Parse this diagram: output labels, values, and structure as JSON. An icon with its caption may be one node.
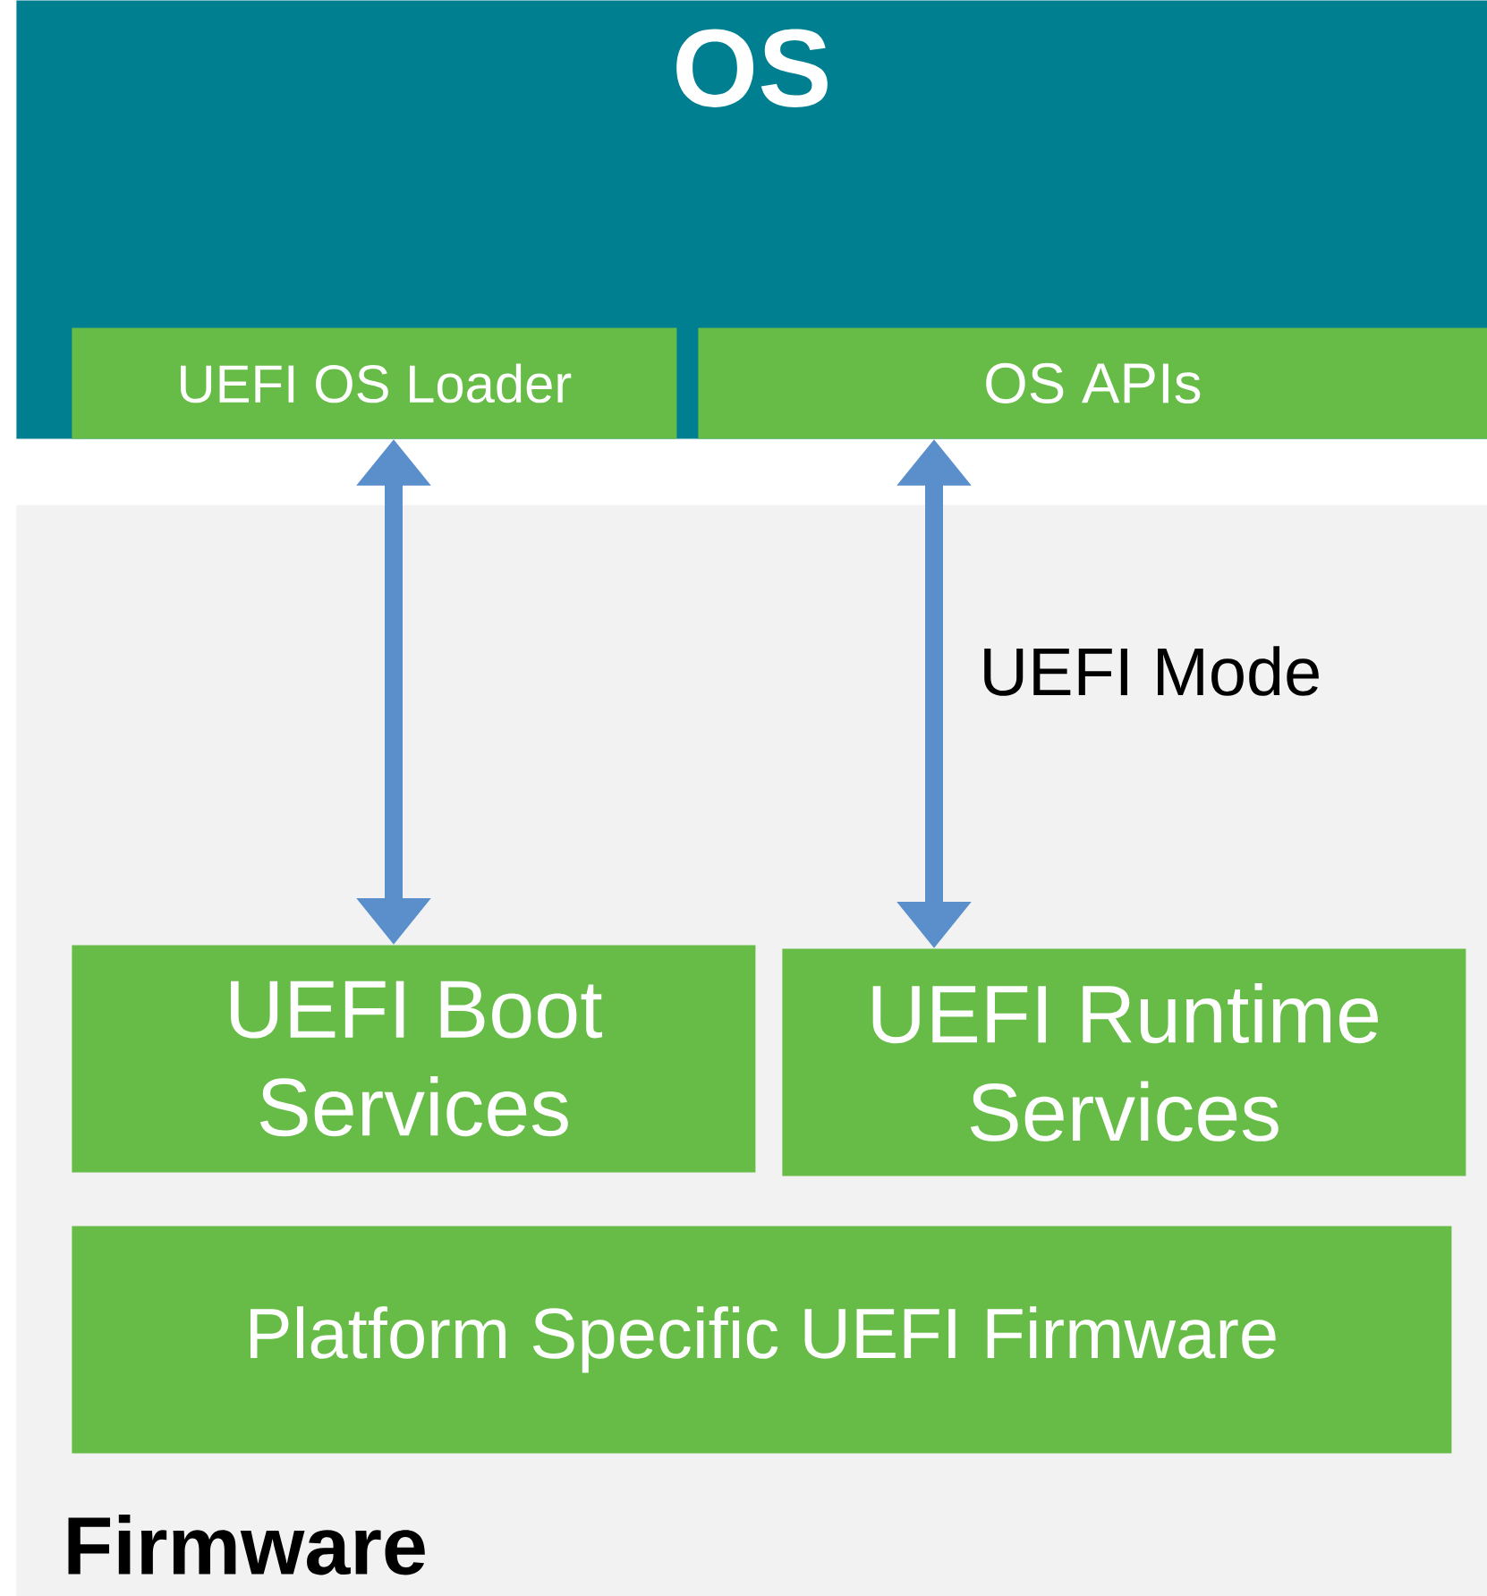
{
  "diagram": {
    "nodes": [
      {
        "text": [
          "OS"
        ]
      },
      {
        "text": [
          "UEFI OS Loader"
        ],
        "in": 0
      },
      {
        "text": [
          "OS APIs"
        ],
        "in": 0
      },
      {
        "text": [
          "Firmware"
        ]
      },
      {
        "text": [
          "UEFI Boot Services"
        ],
        "in": 3
      },
      {
        "text": [
          "UEFI Runtime Services"
        ],
        "in": 3
      },
      {
        "text": [
          "Platform Specific UEFI Firmware"
        ],
        "in": 3
      }
    ],
    "edges": [
      {
        "from": 1,
        "to": 4,
        "arrow": "both"
      },
      {
        "from": 2,
        "to": 5,
        "arrow": "both",
        "label": "UEFI Mode"
      }
    ]
  }
}
